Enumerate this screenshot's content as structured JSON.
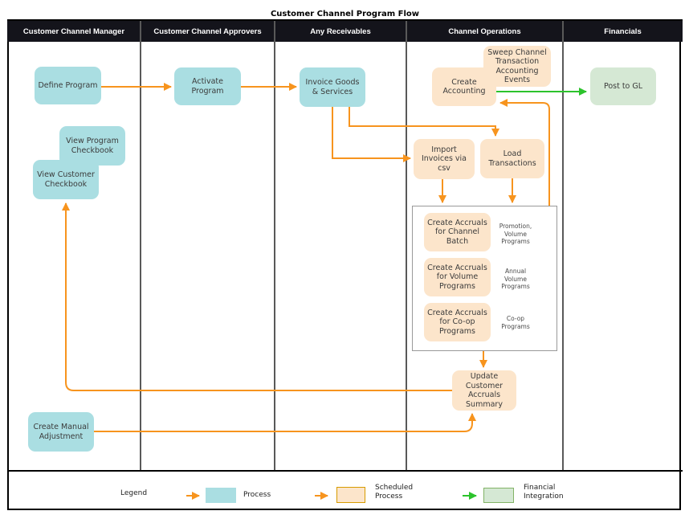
{
  "title": "Customer Channel Program Flow",
  "lanes": [
    {
      "title": "Customer Channel Manager"
    },
    {
      "title": "Customer Channel Approvers"
    },
    {
      "title": "Any Receivables"
    },
    {
      "title": "Channel Operations"
    },
    {
      "title": "Financials"
    }
  ],
  "nodes": {
    "define_program": {
      "label": "Define Program",
      "type": "process"
    },
    "activate_program": {
      "label": "Activate\nProgram",
      "type": "process"
    },
    "view_program_checkbook": {
      "label": "View Program\nCheckbook",
      "type": "process"
    },
    "view_customer_checkbook": {
      "label": "View Customer\nCheckbook",
      "type": "process"
    },
    "create_manual_adjustment": {
      "label": "Create Manual\nAdjustment",
      "type": "process"
    },
    "invoice_goods_services": {
      "label": "Invoice Goods\n& Services",
      "type": "process"
    },
    "sweep_channel_events": {
      "label": "Sweep Channel\nTransaction\nAccounting\nEvents",
      "type": "scheduled"
    },
    "create_accounting": {
      "label": "Create\nAccounting",
      "type": "scheduled"
    },
    "import_invoices_csv": {
      "label": "Import\nInvoices via\ncsv",
      "type": "scheduled"
    },
    "load_transactions": {
      "label": "Load\nTransactions",
      "type": "scheduled"
    },
    "accruals_channel_batch": {
      "label": "Create Accruals\nfor Channel\nBatch",
      "type": "scheduled"
    },
    "accruals_volume_programs": {
      "label": "Create Accruals\nfor Volume\nPrograms",
      "type": "scheduled"
    },
    "accruals_coop_programs": {
      "label": "Create Accruals\nfor Co-op\nPrograms",
      "type": "scheduled"
    },
    "update_accruals_summary": {
      "label": "Update\nCustomer\nAccruals\nSummary",
      "type": "scheduled"
    },
    "post_to_gl": {
      "label": "Post to GL",
      "type": "financial"
    }
  },
  "annotations": {
    "promotion": "Promotion,\nVolume\nPrograms",
    "annual": "Annual\nVolume\nPrograms",
    "coop": "Co-op\nPrograms"
  },
  "edges": [
    {
      "from": "define_program",
      "to": "activate_program",
      "style": "flow"
    },
    {
      "from": "activate_program",
      "to": "invoice_goods_services",
      "style": "flow"
    },
    {
      "from": "invoice_goods_services",
      "to": "import_invoices_csv",
      "style": "flow"
    },
    {
      "from": "invoice_goods_services",
      "to": "load_transactions",
      "style": "flow"
    },
    {
      "from": "import_invoices_csv",
      "to": "accruals_group",
      "style": "flow"
    },
    {
      "from": "load_transactions",
      "to": "accruals_group",
      "style": "flow"
    },
    {
      "from": "accruals_group",
      "to": "update_accruals_summary",
      "style": "flow"
    },
    {
      "from": "accruals_group",
      "to": "create_accounting",
      "style": "flow"
    },
    {
      "from": "create_accounting",
      "to": "post_to_gl",
      "style": "integration"
    },
    {
      "from": "update_accruals_summary",
      "to": "view_customer_checkbook",
      "style": "flow"
    },
    {
      "from": "create_manual_adjustment",
      "to": "update_accruals_summary",
      "style": "flow"
    }
  ],
  "legend": {
    "title": "Legend",
    "items": [
      {
        "label": "Process",
        "type": "process"
      },
      {
        "label": "Scheduled\nProcess",
        "type": "scheduled"
      },
      {
        "label": "Financial\nIntegration",
        "type": "financial"
      }
    ]
  },
  "colors": {
    "process_fill": "#aadee2",
    "scheduled_fill": "#fce5cb",
    "scheduled_border": "#d79b00",
    "financial_fill": "#d5e8d4",
    "financial_border": "#82b366",
    "flow_arrow": "#f7941e",
    "integration_arrow": "#2cc32c",
    "header_bg": "#14141b",
    "lane_line": "#595959"
  }
}
